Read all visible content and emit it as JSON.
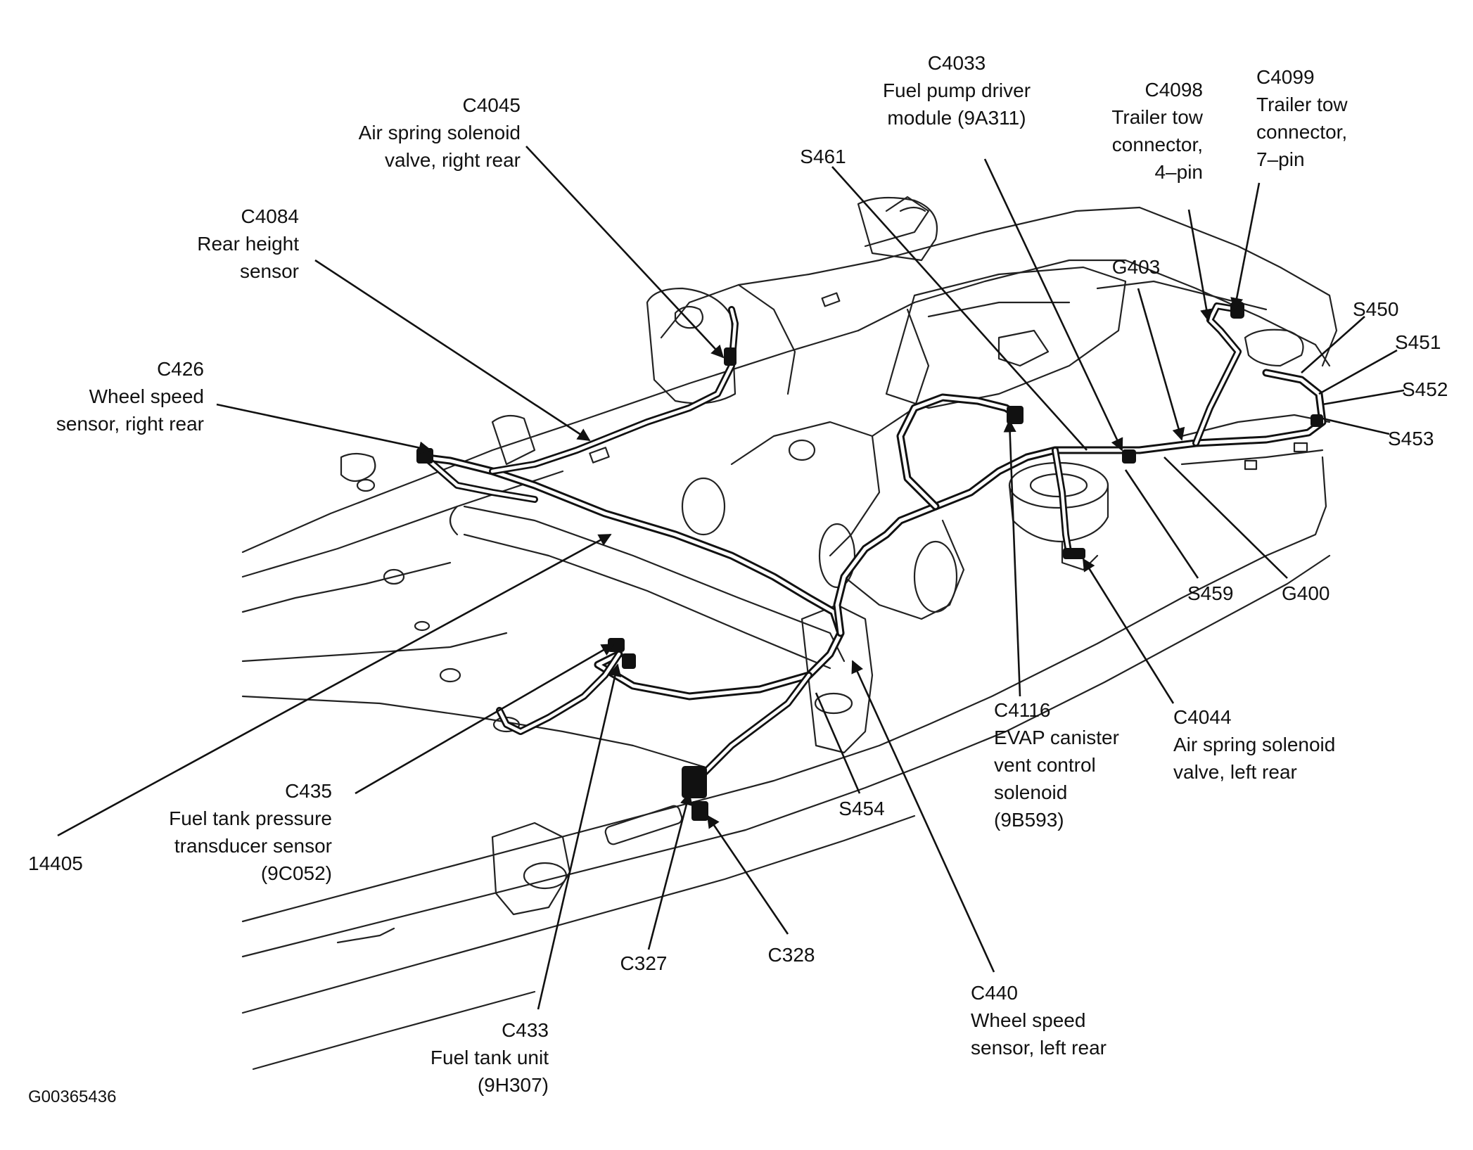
{
  "figure_id": "G00365436",
  "callouts": {
    "c4033": {
      "code": "C4033",
      "desc": [
        "Fuel pump driver",
        "module (9A311)"
      ]
    },
    "c4098": {
      "code": "C4098",
      "desc": [
        "Trailer tow",
        "connector,",
        "4–pin"
      ]
    },
    "c4099": {
      "code": "C4099",
      "desc": [
        "Trailer tow",
        "connector,",
        "7–pin"
      ]
    },
    "c4045": {
      "code": "C4045",
      "desc": [
        "Air spring solenoid",
        "valve, right rear"
      ]
    },
    "s461": {
      "code": "S461"
    },
    "c4084": {
      "code": "C4084",
      "desc": [
        "Rear height",
        "sensor"
      ]
    },
    "g403": {
      "code": "G403"
    },
    "s450": {
      "code": "S450"
    },
    "s451": {
      "code": "S451"
    },
    "s452": {
      "code": "S452"
    },
    "s453": {
      "code": "S453"
    },
    "c426": {
      "code": "C426",
      "desc": [
        "Wheel speed",
        "sensor, right rear"
      ]
    },
    "s459": {
      "code": "S459"
    },
    "g400": {
      "code": "G400"
    },
    "c4116": {
      "code": "C4116",
      "desc": [
        "EVAP canister",
        "vent control",
        "solenoid",
        "(9B593)"
      ]
    },
    "c4044": {
      "code": "C4044",
      "desc": [
        "Air spring solenoid",
        "valve, left rear"
      ]
    },
    "c435": {
      "code": "C435",
      "desc": [
        "Fuel tank pressure",
        "transducer sensor",
        "(9C052)"
      ]
    },
    "s454": {
      "code": "S454"
    },
    "n14405": {
      "code": "14405"
    },
    "c327": {
      "code": "C327"
    },
    "c328": {
      "code": "C328"
    },
    "c440": {
      "code": "C440",
      "desc": [
        "Wheel speed",
        "sensor, left rear"
      ]
    },
    "c433": {
      "code": "C433",
      "desc": [
        "Fuel tank unit",
        "(9H307)"
      ]
    }
  }
}
